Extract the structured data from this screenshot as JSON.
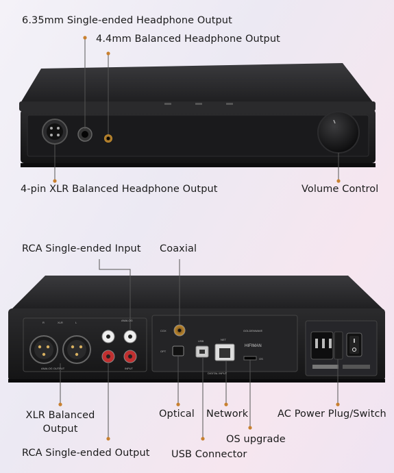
{
  "front_labels": {
    "se_635": "6.35mm Single-ended Headphone Output",
    "bal_44": "4.4mm Balanced Headphone Output",
    "xlr4": "4-pin XLR Balanced Headphone Output",
    "volume": "Volume Control"
  },
  "rear_labels": {
    "rca_in": "RCA Single-ended Input",
    "coaxial": "Coaxial",
    "xlr_bal_l1": "XLR Balanced",
    "xlr_bal_l2": "Output",
    "optical": "Optical",
    "network": "Network",
    "ac": "AC Power Plug/Switch",
    "os": "OS upgrade",
    "rca_out": "RCA Single-ended Output",
    "usb": "USB Connector"
  },
  "panel_print": {
    "analog_output": "ANALOG OUTPUT",
    "analog": "ANALOG",
    "input": "INPUT",
    "xlr_r": "R",
    "xlr_mid": "XLR",
    "xlr_l": "L",
    "coax": "COX",
    "opt": "OPT",
    "usb": "USB",
    "net": "NET",
    "os": "OS",
    "digital_input": "DIGITAL INPUT",
    "brand_line": "GOLDENWAVE",
    "brand": "HIFIMAN"
  },
  "colors": {
    "accent_dot": "#c8802f",
    "device": "#1d1d1f"
  }
}
